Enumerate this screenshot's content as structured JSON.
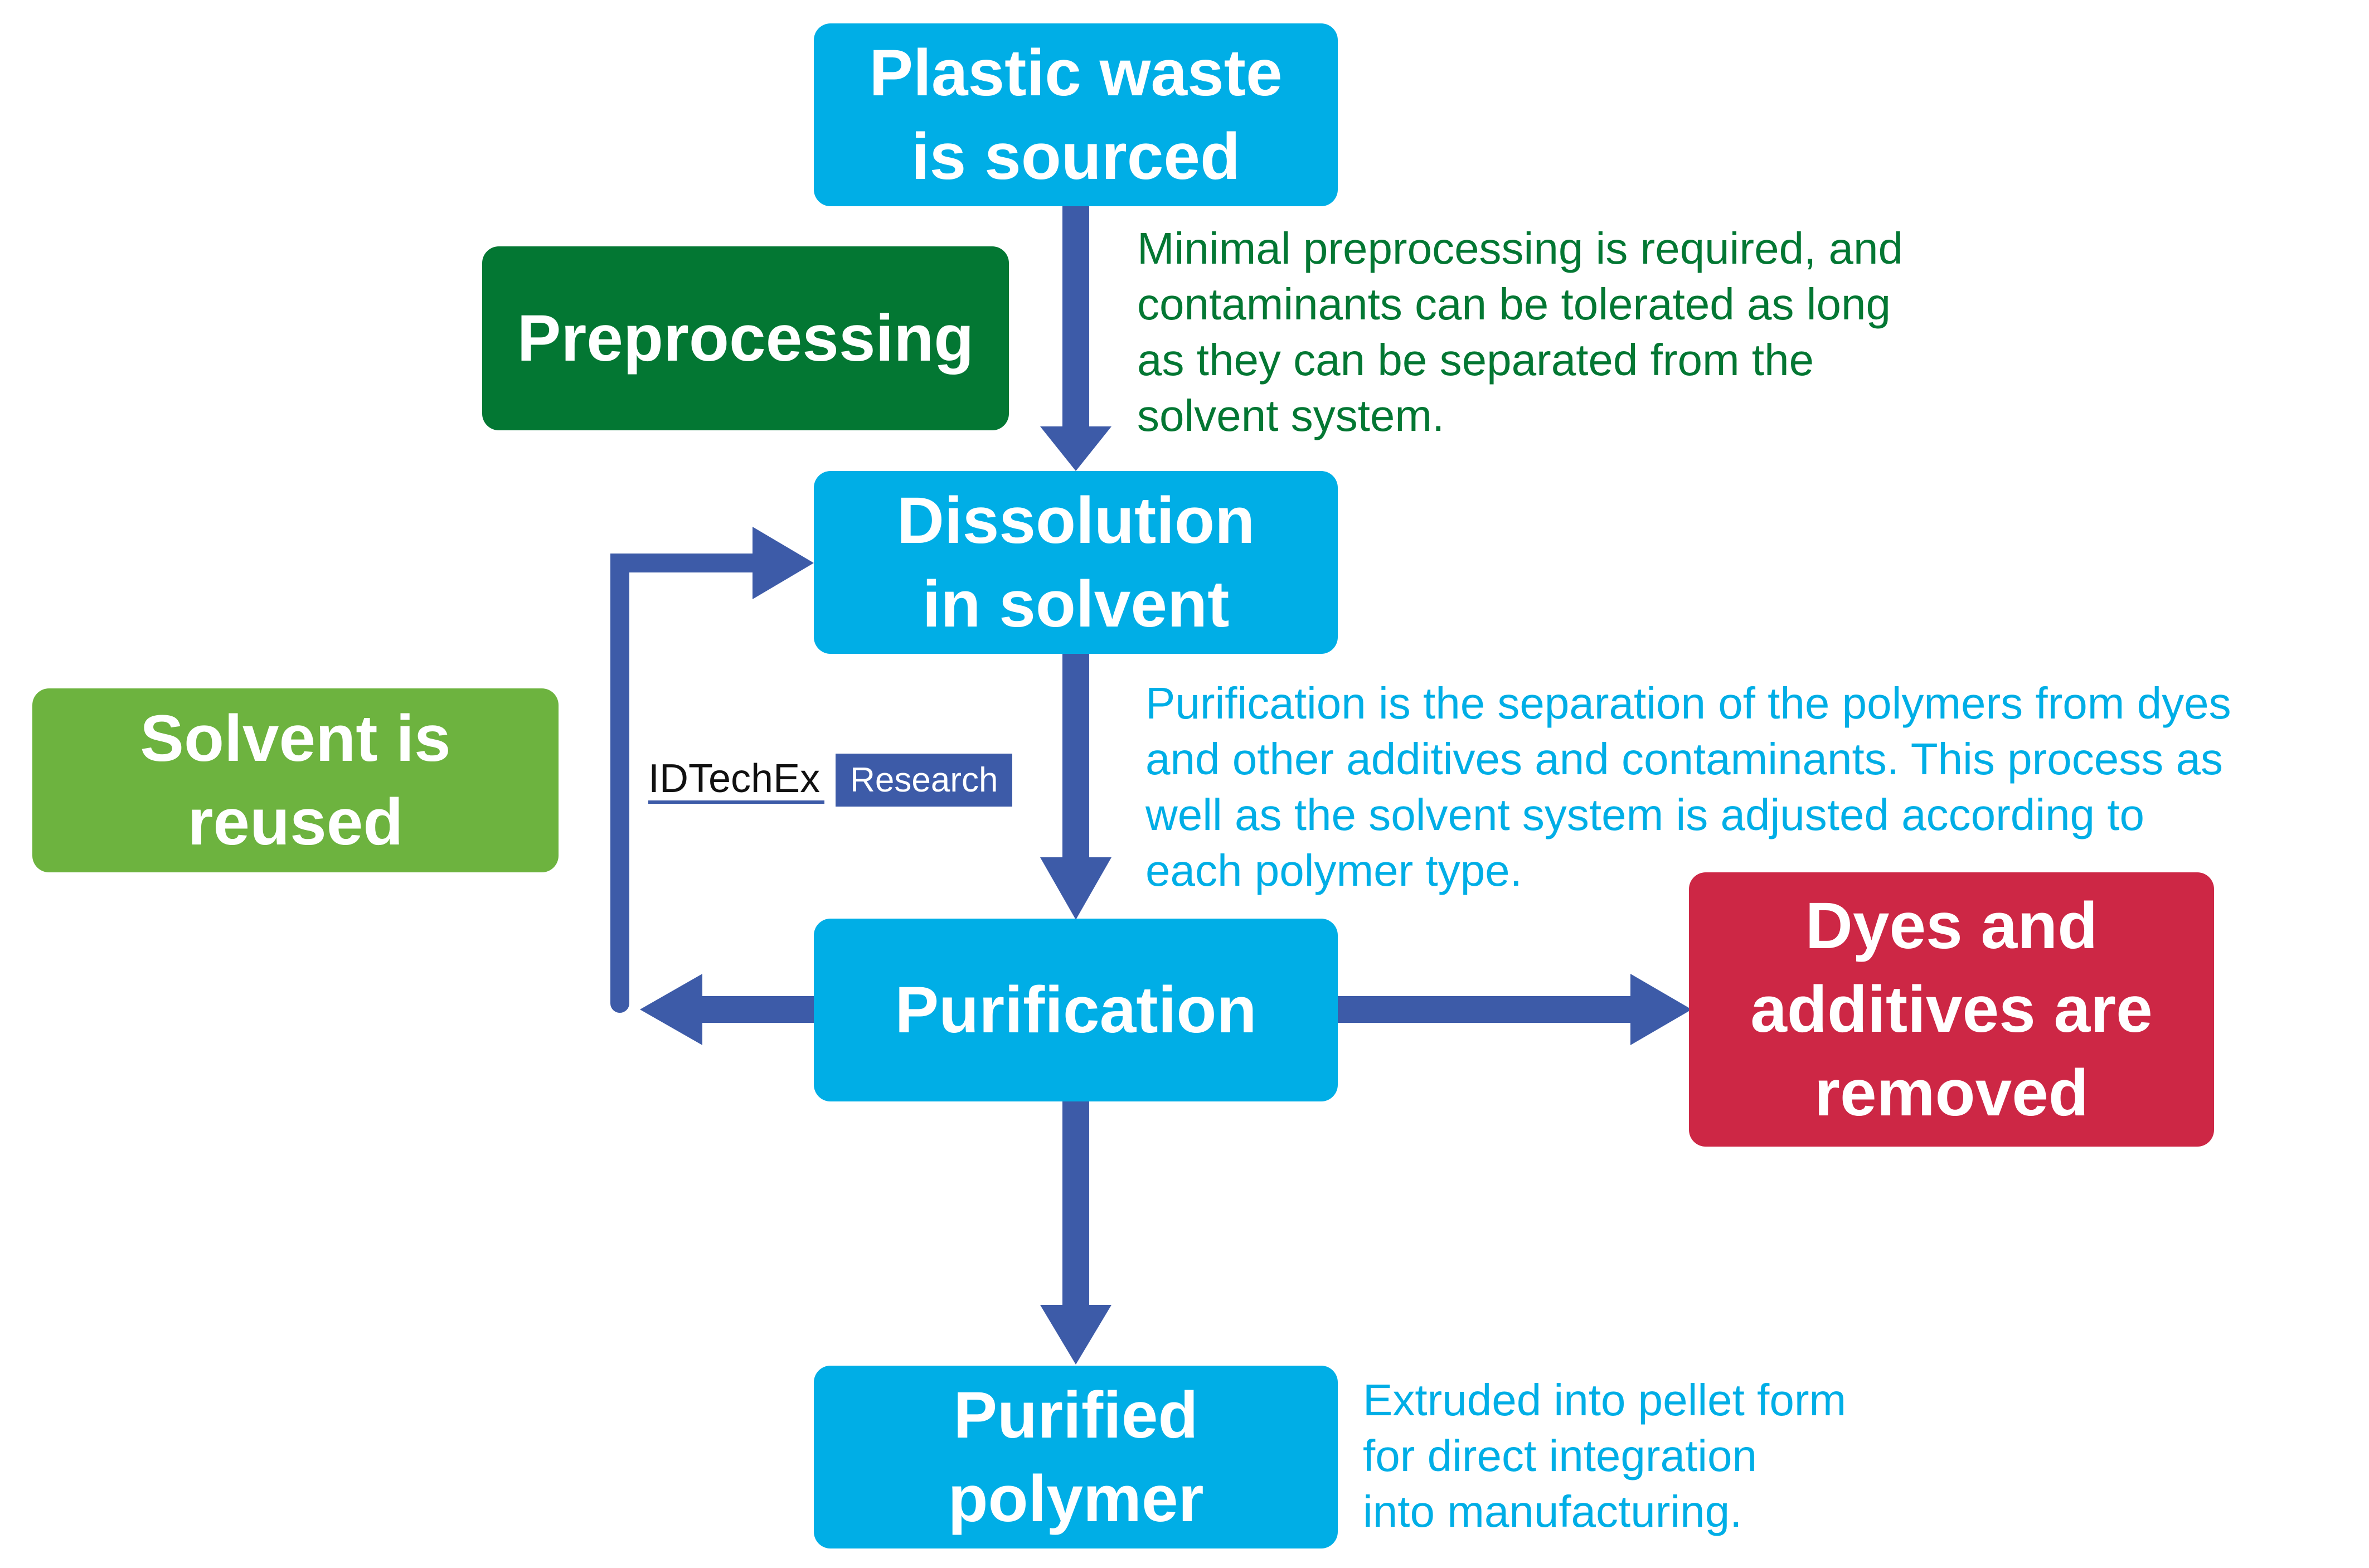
{
  "nodes": {
    "plastic_waste": "Plastic waste\nis sourced",
    "dissolution": "Dissolution\nin solvent",
    "purification": "Purification",
    "purified_polymer": "Purified\npolymer",
    "preprocessing": "Preprocessing",
    "solvent_reused": "Solvent is\nreused",
    "dyes_removed": "Dyes and\nadditives are\nremoved"
  },
  "notes": {
    "preprocessing_note": "Minimal preprocessing is required, and\ncontaminants can be tolerated as long\nas they can be separated from the\nsolvent system.",
    "purification_note": "Purification is the separation of the polymers from dyes\nand other additives and contaminants. This process as\nwell as the solvent system is adjusted according to\neach polymer type.",
    "polymer_note": "Extruded into pellet form\nfor direct integration\ninto manufacturing."
  },
  "logo": {
    "main": "IDTechEx",
    "sub": "Research"
  },
  "colors": {
    "process_box": "#00aee6",
    "preprocessing_box": "#037733",
    "solvent_box": "#6db33f",
    "removed_box": "#cd2745",
    "arrow": "#3d5ba8",
    "preprocessing_text": "#037733",
    "note_text": "#00aee6"
  }
}
